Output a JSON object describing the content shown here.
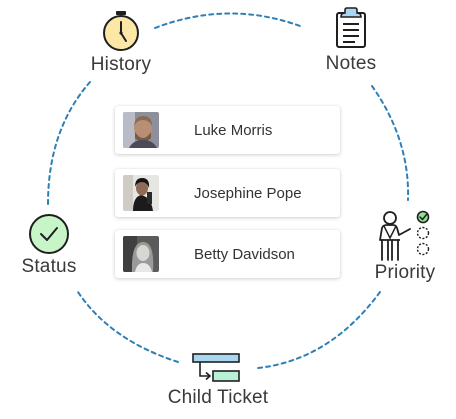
{
  "nodes": {
    "history": "History",
    "notes": "Notes",
    "status": "Status",
    "priority": "Priority",
    "child_ticket": "Child Ticket"
  },
  "users": [
    {
      "name": "Luke Morris"
    },
    {
      "name": "Josephine Pope"
    },
    {
      "name": "Betty Davidson"
    }
  ],
  "icons": {
    "history": "clock-icon",
    "notes": "clipboard-icon",
    "status": "check-circle-icon",
    "priority": "presenter-checklist-icon",
    "child_ticket": "child-ticket-icon"
  },
  "colors": {
    "ring": "#2f7fb5",
    "history_fill": "#fde7a6",
    "status_fill": "#c8f5c8",
    "notes_clip": "#a9d7f2",
    "child_parent": "#a9d7f2",
    "child_child": "#b9f1d6",
    "check_green": "#8fe08f"
  }
}
